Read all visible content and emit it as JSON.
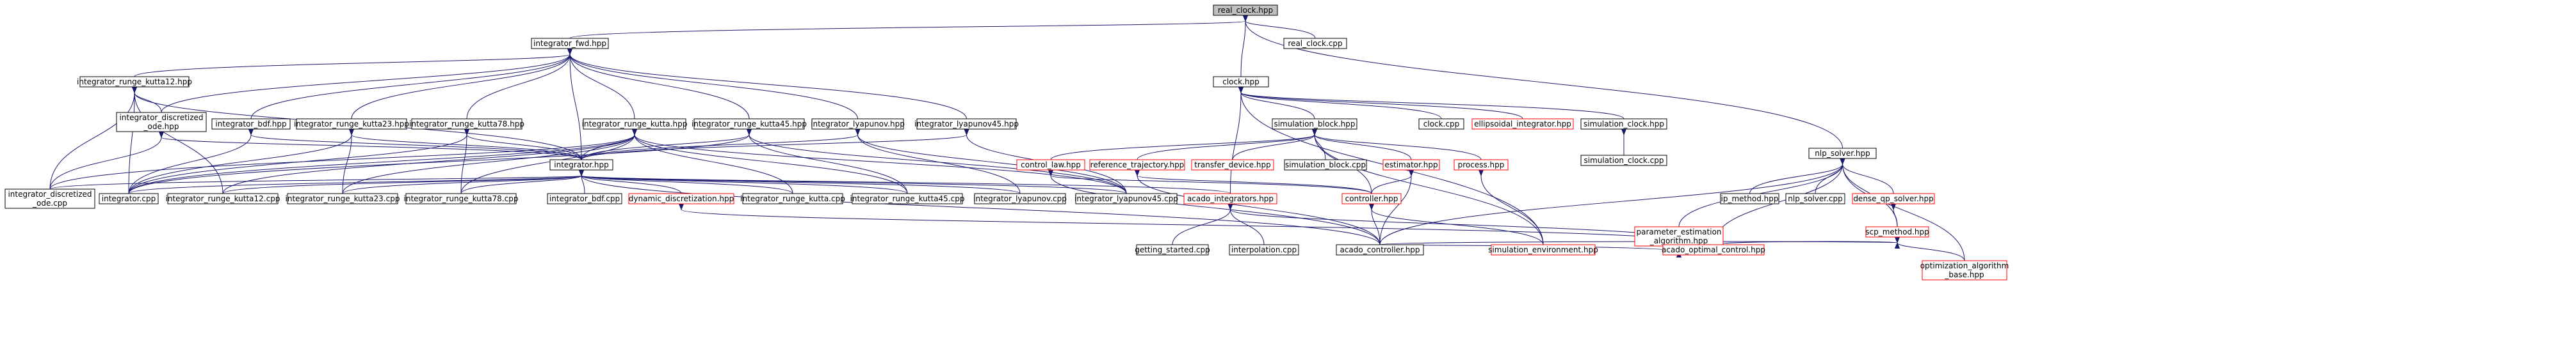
{
  "colors": {
    "edge": "#191970",
    "node_border": "#000000",
    "node_border_missing": "#ff0000",
    "root_fill": "#bfbfbf",
    "node_fill": "#ffffff"
  },
  "nodes": {
    "real_clock_hpp": {
      "label": "real_clock.hpp"
    },
    "real_clock_cpp": {
      "label": "real_clock.cpp"
    },
    "clock_hpp": {
      "label": "clock.hpp"
    },
    "nlp_solver_hpp": {
      "label": "nlp_solver.hpp"
    },
    "integrator_fwd_hpp": {
      "label": "integrator_fwd.hpp"
    },
    "integrator_runge_kutta12_hpp": {
      "label": "integrator_runge_kutta12.hpp"
    },
    "integrator_discretized_ode_hpp": {
      "label": [
        "integrator_discretized",
        "_ode.hpp"
      ]
    },
    "integrator_bdf_hpp": {
      "label": "integrator_bdf.hpp"
    },
    "integrator_runge_kutta23_hpp": {
      "label": "integrator_runge_kutta23.hpp"
    },
    "integrator_runge_kutta78_hpp": {
      "label": "integrator_runge_kutta78.hpp"
    },
    "integrator_runge_kutta_hpp": {
      "label": "integrator_runge_kutta.hpp"
    },
    "integrator_runge_kutta45_hpp": {
      "label": "integrator_runge_kutta45.hpp"
    },
    "integrator_lyapunov_hpp": {
      "label": "integrator_lyapunov.hpp"
    },
    "integrator_lyapunov45_hpp": {
      "label": "integrator_lyapunov45.hpp"
    },
    "integrator_hpp": {
      "label": "integrator.hpp"
    },
    "integrator_discretized_ode_cpp": {
      "label": [
        "integrator_discretized",
        "_ode.cpp"
      ]
    },
    "integrator_cpp": {
      "label": "integrator.cpp"
    },
    "integrator_runge_kutta12_cpp": {
      "label": "integrator_runge_kutta12.cpp"
    },
    "integrator_runge_kutta23_cpp": {
      "label": "integrator_runge_kutta23.cpp"
    },
    "integrator_runge_kutta78_cpp": {
      "label": "integrator_runge_kutta78.cpp"
    },
    "integrator_bdf_cpp": {
      "label": "integrator_bdf.cpp"
    },
    "dynamic_discretization_hpp": {
      "label": "dynamic_discretization.hpp"
    },
    "integrator_runge_kutta_cpp": {
      "label": "integrator_runge_kutta.cpp"
    },
    "integrator_runge_kutta45_cpp": {
      "label": "integrator_runge_kutta45.cpp"
    },
    "integrator_lyapunov_cpp": {
      "label": "integrator_lyapunov.cpp"
    },
    "integrator_lyapunov45_cpp": {
      "label": "integrator_lyapunov45.cpp"
    },
    "acado_integrators_hpp": {
      "label": "acado_integrators.hpp"
    },
    "getting_started_cpp": {
      "label": "getting_started.cpp"
    },
    "interpolation_cpp": {
      "label": "interpolation.cpp"
    },
    "acado_controller_hpp": {
      "label": "acado_controller.hpp"
    },
    "simulation_block_hpp": {
      "label": "simulation_block.hpp"
    },
    "clock_cpp": {
      "label": "clock.cpp"
    },
    "ellipsoidal_integrator_hpp": {
      "label": "ellipsoidal_integrator.hpp"
    },
    "simulation_clock_hpp": {
      "label": "simulation_clock.hpp"
    },
    "simulation_clock_cpp": {
      "label": "simulation_clock.cpp"
    },
    "control_law_hpp": {
      "label": "control_law.hpp"
    },
    "reference_trajectory_hpp": {
      "label": "reference_trajectory.hpp"
    },
    "transfer_device_hpp": {
      "label": "transfer_device.hpp"
    },
    "simulation_block_cpp": {
      "label": "simulation_block.cpp"
    },
    "estimator_hpp": {
      "label": "estimator.hpp"
    },
    "process_hpp": {
      "label": "process.hpp"
    },
    "controller_hpp": {
      "label": "controller.hpp"
    },
    "simulation_environment_hpp": {
      "label": "simulation_environment.hpp"
    },
    "ip_method_hpp": {
      "label": "ip_method.hpp"
    },
    "nlp_solver_cpp": {
      "label": "nlp_solver.cpp"
    },
    "dense_qp_solver_hpp": {
      "label": "dense_qp_solver.hpp"
    },
    "parameter_estimation_algorithm_hpp": {
      "label": [
        "parameter_estimation",
        "_algorithm.hpp"
      ]
    },
    "scp_method_hpp": {
      "label": "scp_method.hpp"
    },
    "acado_optimal_control_hpp": {
      "label": "acado_optimal_control.hpp"
    },
    "optimization_algorithm_base_hpp": {
      "label": [
        "optimization_algorithm",
        "_base.hpp"
      ]
    }
  }
}
